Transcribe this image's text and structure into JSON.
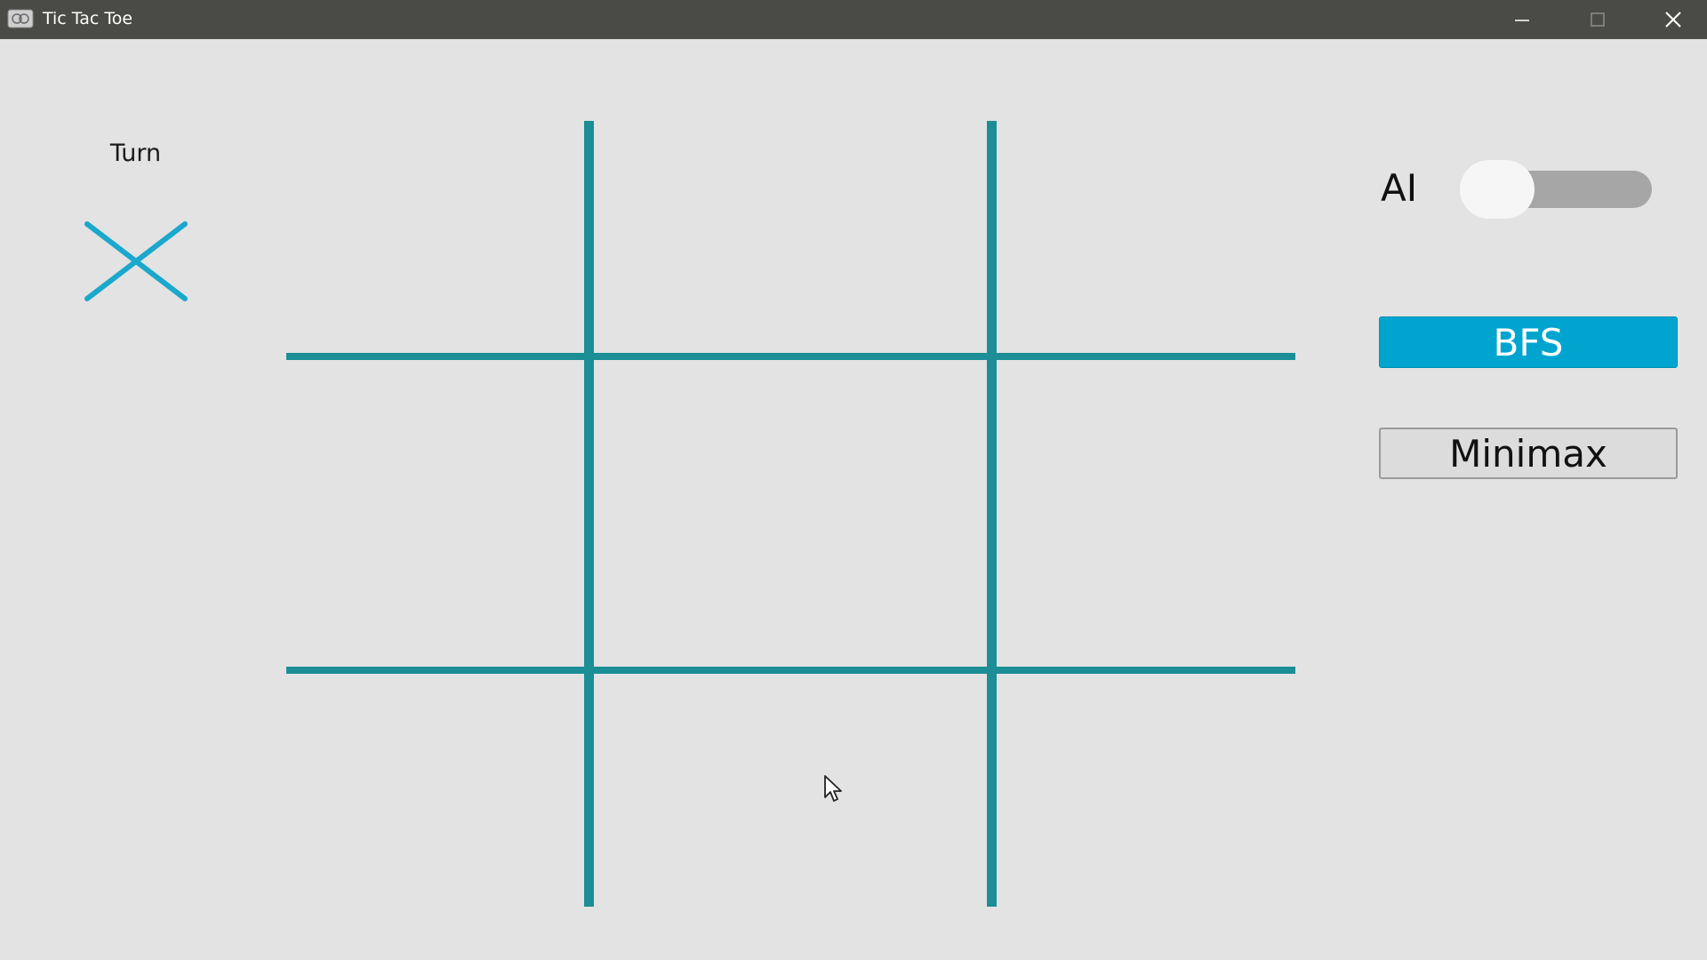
{
  "window": {
    "title": "Tic Tac Toe",
    "icon": "app-icon"
  },
  "turn": {
    "label": "Turn",
    "current_player": "X",
    "mark_color": "#1aa8cc"
  },
  "board": {
    "rows": 3,
    "cols": 3,
    "cells": [
      "",
      "",
      "",
      "",
      "",
      "",
      "",
      "",
      ""
    ],
    "line_color": "#1b8e96"
  },
  "controls": {
    "ai_label": "AI",
    "ai_enabled": false,
    "bfs_label": "BFS",
    "minimax_label": "Minimax",
    "bfs_color": "#00a5cf"
  }
}
